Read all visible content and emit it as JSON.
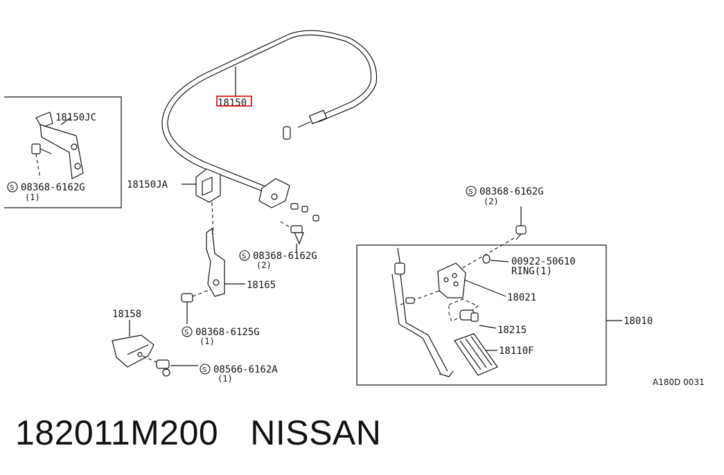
{
  "diagram": {
    "highlight_color": "#e00000",
    "ref_code": "A180D 0031",
    "labels": {
      "p18150": "18150",
      "p18150jc": "18150JC",
      "p18150ja": "18150JA",
      "p18165": "18165",
      "p18158": "18158",
      "p18010": "18010",
      "p18021": "18021",
      "p18215": "18215",
      "p18110f": "18110F",
      "ring_part": "00922-50610",
      "ring_text": "RING(1)",
      "s_symbol": "S",
      "bolt_inset": "08368-6162G",
      "bolt_inset_qty": "(1)",
      "bolt_mid": "08368-6162G",
      "bolt_mid_qty": "(2)",
      "bolt_right": "08368-6162G",
      "bolt_right_qty": "(2)",
      "bolt_18165": "08368-6125G",
      "bolt_18165_qty": "(1)",
      "bolt_18158": "08566-6162A",
      "bolt_18158_qty": "(1)"
    }
  },
  "footer": {
    "part_number": "182011M200",
    "brand": "NISSAN"
  }
}
